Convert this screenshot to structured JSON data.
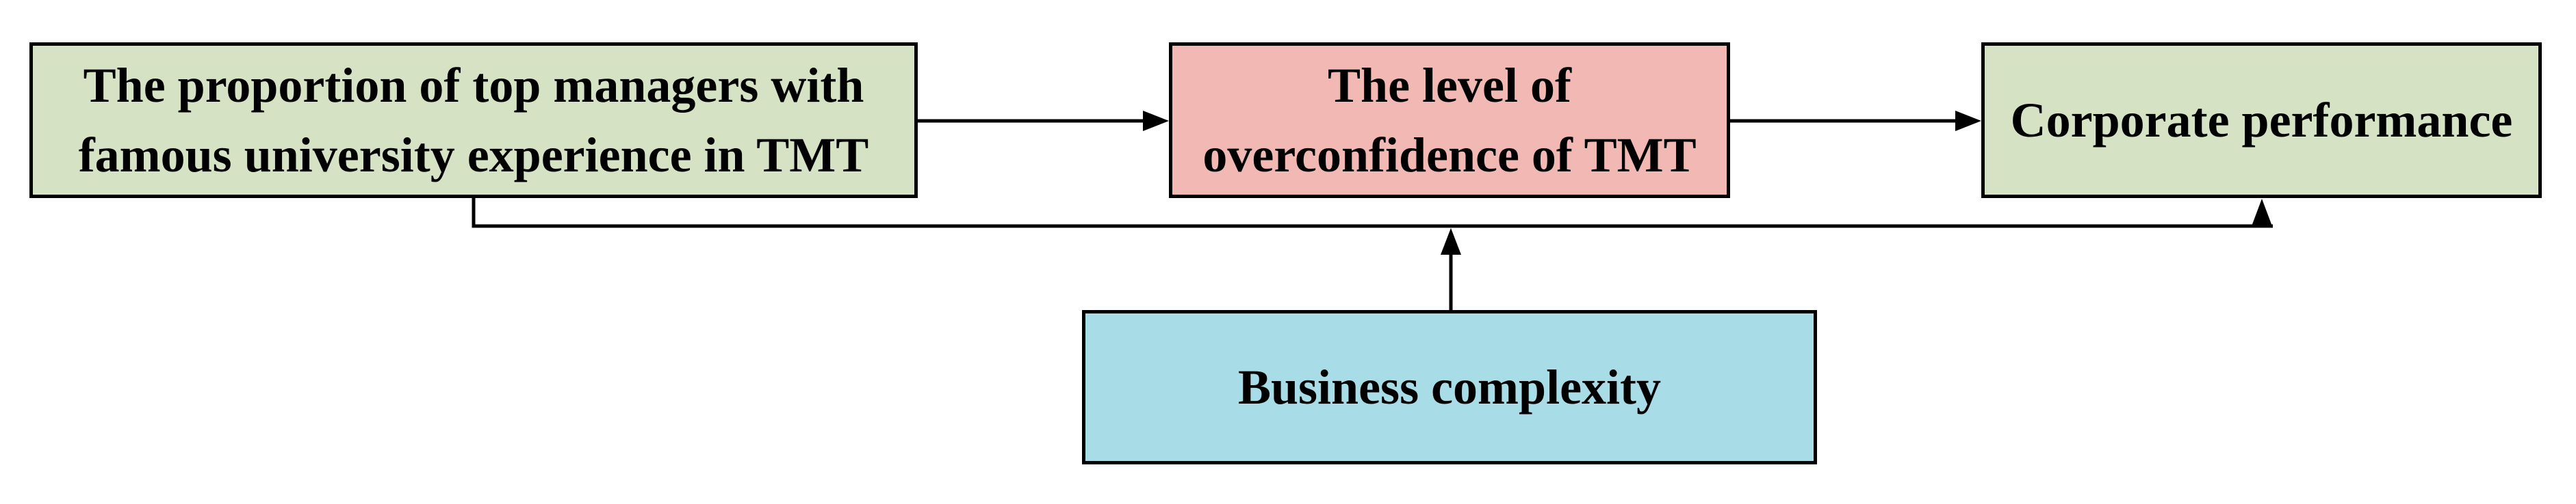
{
  "figure": {
    "type": "research-model-diagram",
    "background": "#ffffff",
    "connector_color": "#000000",
    "boxes": {
      "independent": {
        "role": "independent variable",
        "lines": [
          "The proportion of top managers with",
          "famous university experience in TMT"
        ],
        "fill": "#d5e2c3",
        "border": "#000000"
      },
      "mediator": {
        "role": "mediator variable",
        "lines": [
          "The level of",
          "overconfidence of TMT"
        ],
        "fill": "#f2b9b4",
        "border": "#000000"
      },
      "dependent": {
        "role": "dependent variable",
        "lines": [
          "Corporate performance"
        ],
        "fill": "#d5e2c3",
        "border": "#000000"
      },
      "moderator": {
        "role": "moderator variable",
        "lines": [
          "Business complexity"
        ],
        "fill": "#a8dce6",
        "border": "#000000"
      }
    },
    "connectors": [
      {
        "id": "independent-to-mediator",
        "from": "independent",
        "to": "mediator",
        "style": "straight-arrow"
      },
      {
        "id": "mediator-to-dependent",
        "from": "mediator",
        "to": "dependent",
        "style": "straight-arrow"
      },
      {
        "id": "independent-to-dependent-direct-path",
        "from": "independent",
        "to": "dependent",
        "style": "elbow-arrow-below"
      },
      {
        "id": "moderator-to-direct-path",
        "from": "moderator",
        "to": "independent-to-dependent-direct-path",
        "style": "straight-arrow-up"
      }
    ]
  }
}
